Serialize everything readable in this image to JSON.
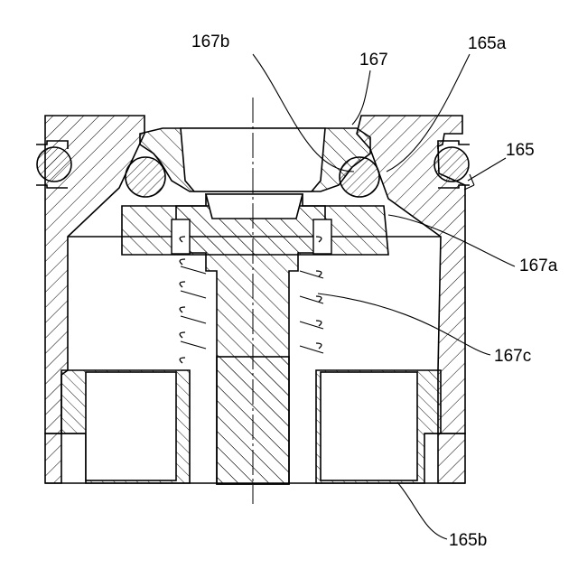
{
  "labels": {
    "l167b": "167b",
    "l167": "167",
    "l165a": "165a",
    "l165": "165",
    "l167a": "167a",
    "l167c": "167c",
    "l165b": "165b"
  },
  "style": {
    "line_color": "#000000",
    "hatch_color": "#000000",
    "background": "#ffffff"
  }
}
